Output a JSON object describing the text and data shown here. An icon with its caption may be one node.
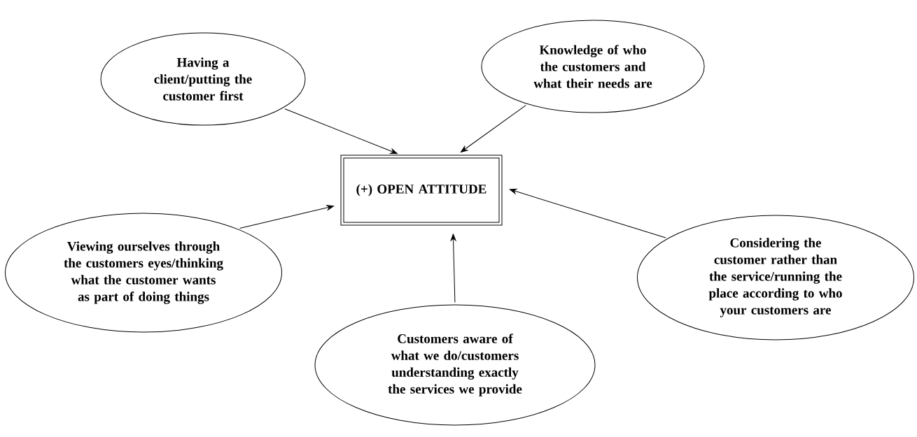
{
  "diagram": {
    "nodes": [
      {
        "text": [
          "(+) OPEN ATTITUDE"
        ]
      },
      {
        "text": [
          "Having a client/putting the customer first"
        ]
      },
      {
        "text": [
          "Knowledge of who the customers and what their needs are"
        ]
      },
      {
        "text": [
          "Viewing ourselves through the customers eyes/thinking what the customer wants as part of doing things"
        ]
      },
      {
        "text": [
          "Considering the customer rather than the service/running the place according to who your customers are"
        ]
      },
      {
        "text": [
          "Customers aware of what we do/customers understanding exactly the services we provide"
        ]
      }
    ],
    "edges": [
      {
        "from": 1,
        "to": 0,
        "arrow": "to"
      },
      {
        "from": 2,
        "to": 0,
        "arrow": "to"
      },
      {
        "from": 3,
        "to": 0,
        "arrow": "to"
      },
      {
        "from": 4,
        "to": 0,
        "arrow": "to"
      },
      {
        "from": 5,
        "to": 0,
        "arrow": "to"
      }
    ]
  }
}
